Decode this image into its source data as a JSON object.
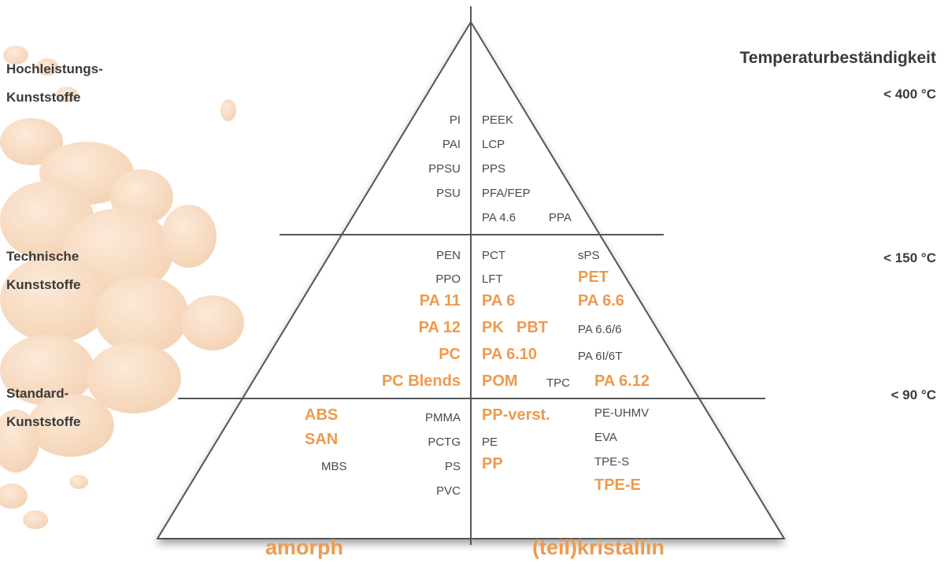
{
  "header": {
    "temperature_title": "Temperaturbeständigkeit"
  },
  "categories": [
    {
      "line1": "Hochleistungs-",
      "line2": "Kunststoffe",
      "temp": "< 400 °C"
    },
    {
      "line1": "Technische",
      "line2": "Kunststoffe",
      "temp": "< 150 °C"
    },
    {
      "line1": "Standard-",
      "line2": "Kunststoffe",
      "temp": "< 90 °C"
    }
  ],
  "footer": {
    "left": "amorph",
    "right": "(teil)kristallin"
  },
  "colors": {
    "accent": "#ee9a4d",
    "text": "#4a4a4a",
    "lines": "#555555"
  },
  "materials": {
    "high": {
      "amorph": [
        "PI",
        "PAI",
        "PPSU",
        "PSU"
      ],
      "crystalline": [
        "PEEK",
        "LCP",
        "PPS",
        "PFA/FEP",
        "PA 4.6",
        "PPA"
      ]
    },
    "technical": {
      "amorph": [
        "PEN",
        "PPO",
        "PA 11",
        "PA 12",
        "PC",
        "PC Blends"
      ],
      "crystalline": [
        "PCT",
        "sPS",
        "LFT",
        "PET",
        "PA 6",
        "PA 6.6",
        "PK",
        "PBT",
        "PA 6.6/6",
        "PA 6.10",
        "PA 6I/6T",
        "POM",
        "TPC",
        "PA 6.12"
      ]
    },
    "standard": {
      "amorph": [
        "ABS",
        "PMMA",
        "SAN",
        "PCTG",
        "MBS",
        "PS",
        "PVC"
      ],
      "crystalline": [
        "PP-verst.",
        "PE-UHMV",
        "PE",
        "EVA",
        "PP",
        "TPE-S",
        "TPE-E"
      ]
    }
  }
}
